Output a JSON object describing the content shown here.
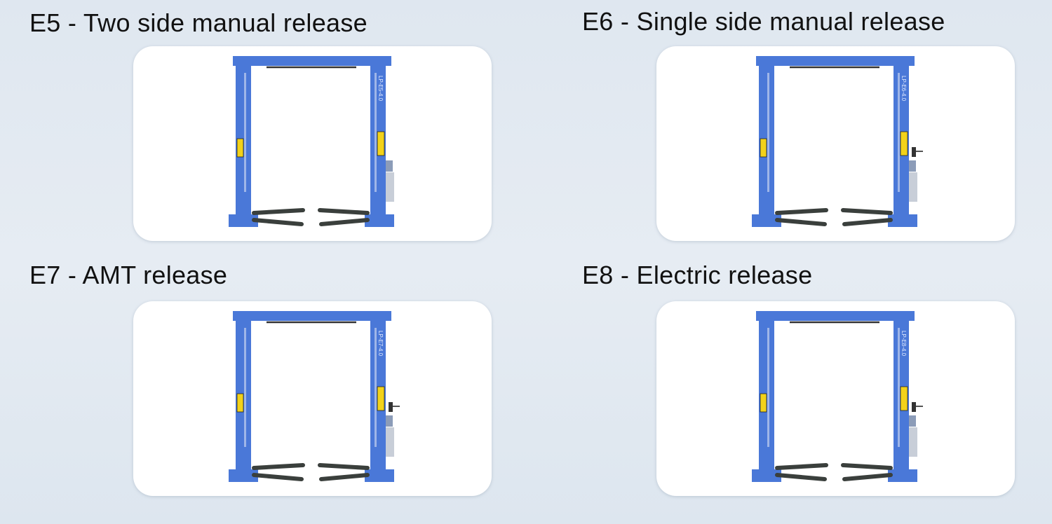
{
  "models": [
    {
      "title": "E5 - Two side manual release",
      "model_label": "LP-E5-4.0",
      "lever": false
    },
    {
      "title": "E6 - Single side manual release",
      "model_label": "LP-E6-4.0",
      "lever": true
    },
    {
      "title": "E7 - AMT release",
      "model_label": "LP-E7-4.0",
      "lever": true
    },
    {
      "title": "E8 - Electric release",
      "model_label": "LP-E8-4.0",
      "lever": true
    }
  ],
  "colors": {
    "lift_blue": "#4a78d8",
    "arm_dark": "#3a3f3c",
    "warning_yellow": "#f2d21a"
  }
}
